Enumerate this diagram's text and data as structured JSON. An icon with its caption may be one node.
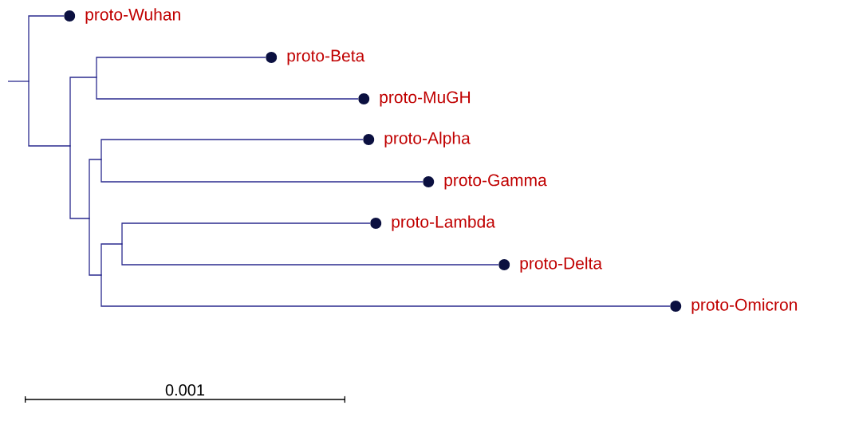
{
  "diagram": {
    "nodes": [
      {
        "text": [],
        "shape": "point"
      },
      {
        "text": [
          "proto-Wuhan"
        ]
      },
      {
        "text": [],
        "shape": "point"
      },
      {
        "text": [],
        "shape": "point"
      },
      {
        "text": [
          "proto-Beta"
        ]
      },
      {
        "text": [
          "proto-MuGH"
        ]
      },
      {
        "text": [],
        "shape": "point"
      },
      {
        "text": [],
        "shape": "point"
      },
      {
        "text": [
          "proto-Alpha"
        ]
      },
      {
        "text": [
          "proto-Gamma"
        ]
      },
      {
        "text": [],
        "shape": "point"
      },
      {
        "text": [],
        "shape": "point"
      },
      {
        "text": [
          "proto-Lambda"
        ]
      },
      {
        "text": [
          "proto-Delta"
        ]
      },
      {
        "text": [
          "proto-Omicron"
        ]
      }
    ],
    "edges": [
      {
        "from": null,
        "to": 0,
        "arrow": "none"
      },
      {
        "from": 0,
        "to": 1,
        "arrow": "none"
      },
      {
        "from": 0,
        "to": 2,
        "arrow": "none"
      },
      {
        "from": 2,
        "to": 3,
        "arrow": "none"
      },
      {
        "from": 3,
        "to": 4,
        "arrow": "none"
      },
      {
        "from": 3,
        "to": 5,
        "arrow": "none"
      },
      {
        "from": 2,
        "to": 6,
        "arrow": "none"
      },
      {
        "from": 6,
        "to": 7,
        "arrow": "none"
      },
      {
        "from": 7,
        "to": 8,
        "arrow": "none"
      },
      {
        "from": 7,
        "to": 9,
        "arrow": "none"
      },
      {
        "from": 6,
        "to": 10,
        "arrow": "none"
      },
      {
        "from": 10,
        "to": 11,
        "arrow": "none"
      },
      {
        "from": 11,
        "to": 12,
        "arrow": "none"
      },
      {
        "from": 11,
        "to": 13,
        "arrow": "none"
      },
      {
        "from": 10,
        "to": 14,
        "arrow": "none"
      }
    ],
    "labels": [
      "0.001"
    ]
  }
}
